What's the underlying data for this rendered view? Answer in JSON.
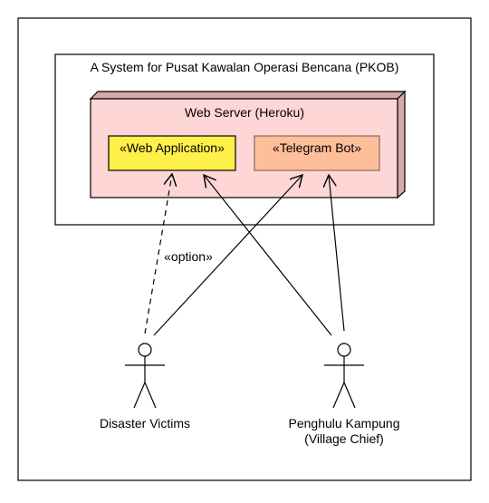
{
  "diagram": {
    "system_title": "A System for Pusat Kawalan Operasi Bencana (PKOB)",
    "node_title": "Web Server (Heroku)",
    "components": {
      "web_app": "«Web Application»",
      "telegram_bot": "«Telegram Bot»"
    },
    "relation_label": "«option»",
    "actors": {
      "victims": "Disaster Victims",
      "chief_line1": "Penghulu Kampung",
      "chief_line2": "(Village Chief)"
    },
    "colors": {
      "node_fill": "#ffd6d6",
      "node_side": "#d9a9a9",
      "web_app_fill": "#fff04a",
      "telegram_fill": "#ffbe9a",
      "telegram_text": "#8a5a3a",
      "line": "#000000"
    }
  }
}
